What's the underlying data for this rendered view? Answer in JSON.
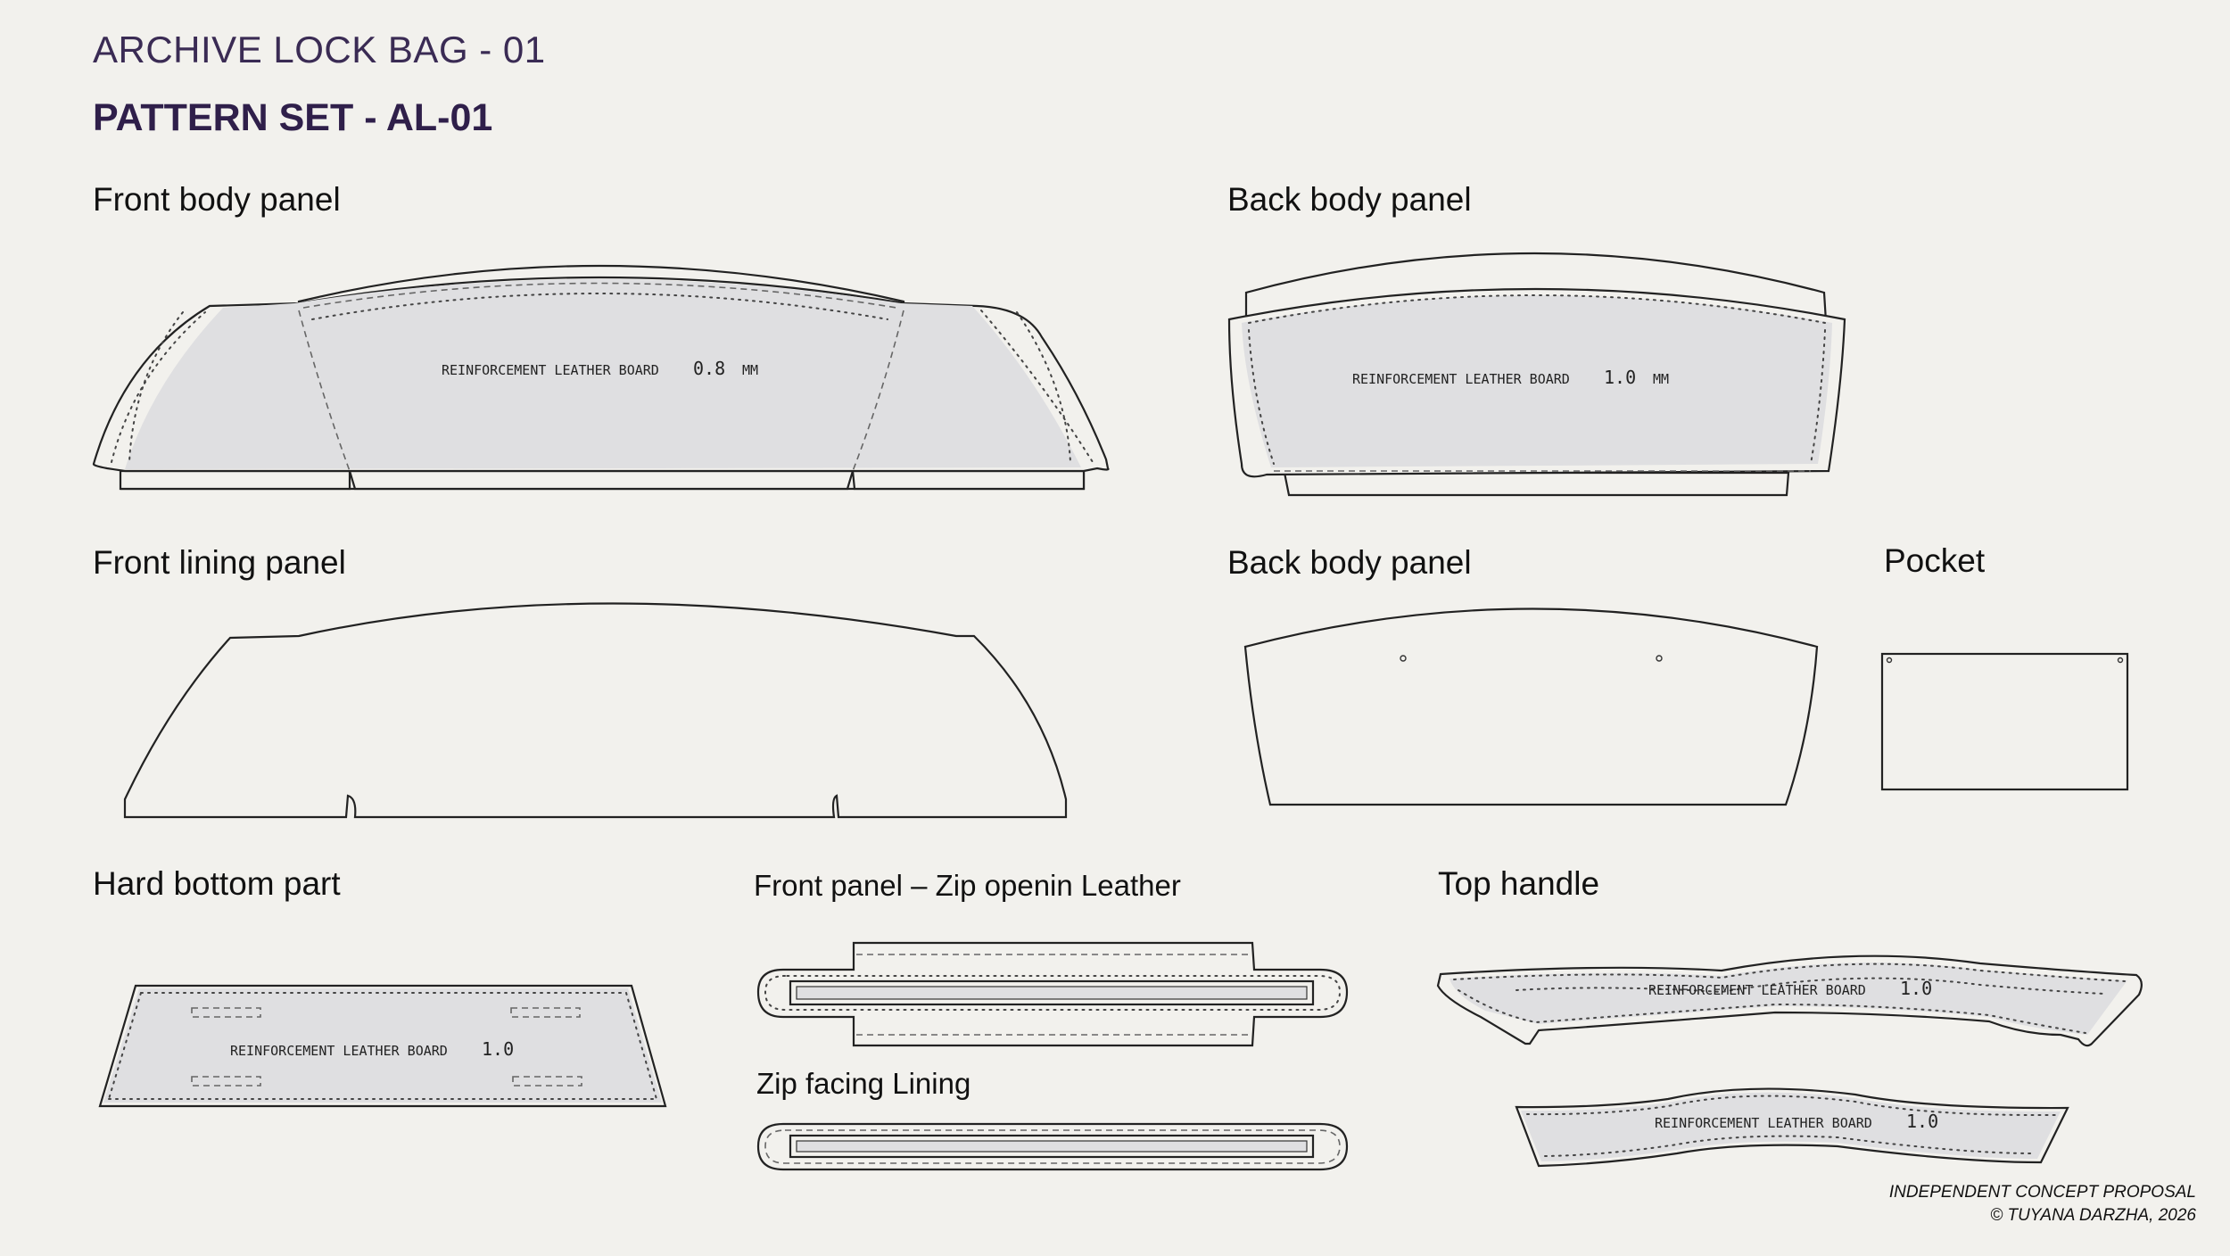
{
  "title": "ARCHIVE LOCK BAG - 01",
  "subtitle": "PATTERN SET - AL-01",
  "labels": {
    "front_body": "Front body panel",
    "back_body": "Back body panel",
    "front_lining": "Front lining panel",
    "back_body_lining": "Back body panel",
    "pocket": "Pocket",
    "hard_bottom": "Hard bottom part",
    "zip_opening": "Front panel – Zip openin Leather",
    "top_handle": "Top handle",
    "zip_facing": "Zip facing Lining"
  },
  "boards": {
    "front_body": {
      "text": "REINFORCEMENT  LEATHER  BOARD",
      "value": "0.8",
      "unit": "MM"
    },
    "back_body": {
      "text": "REINFORCEMENT  LEATHER  BOARD",
      "value": "1.0",
      "unit": "MM"
    },
    "hard_bottom": {
      "text": "REINFORCEMENT  LEATHER  BOARD",
      "value": "1.0"
    },
    "handle_top": {
      "text": "REINFORCEMENT  LEATHER  BOARD",
      "value": "1.0"
    },
    "handle_bottom": {
      "text": "REINFORCEMENT  LEATHER  BOARD",
      "value": "1.0"
    }
  },
  "footer": {
    "line1": "INDEPENDENT CONCEPT PROPOSAL",
    "line2": "© TUYANA DARZHA, 2026"
  }
}
